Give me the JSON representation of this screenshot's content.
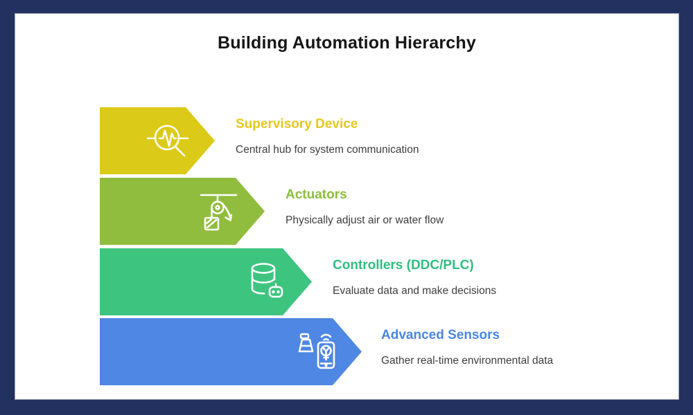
{
  "frame": {
    "border_color": "#233161",
    "canvas_color": "#ffffff"
  },
  "title": "Building Automation Hierarchy",
  "heading_color": "#151515",
  "description_color": "#3d3d3d",
  "rows": [
    {
      "title": "Supervisory Device",
      "description": "Central hub for system communication",
      "arrow_color": "#dcca18",
      "title_color": "#e5c71e",
      "icon": "pulse-magnifier-icon"
    },
    {
      "title": "Actuators",
      "description": "Physically adjust air or water flow",
      "arrow_color": "#90bd3d",
      "title_color": "#8cbe3e",
      "icon": "pulley-load-icon"
    },
    {
      "title": "Controllers (DDC/PLC)",
      "description": "Evaluate data and make decisions",
      "arrow_color": "#3dc57f",
      "title_color": "#2fbe7f",
      "icon": "database-robot-icon"
    },
    {
      "title": "Advanced Sensors",
      "description": "Gather real-time environmental data",
      "arrow_color": "#4e87e4",
      "title_color": "#4a86e2",
      "icon": "sensor-smartphone-icon"
    }
  ]
}
